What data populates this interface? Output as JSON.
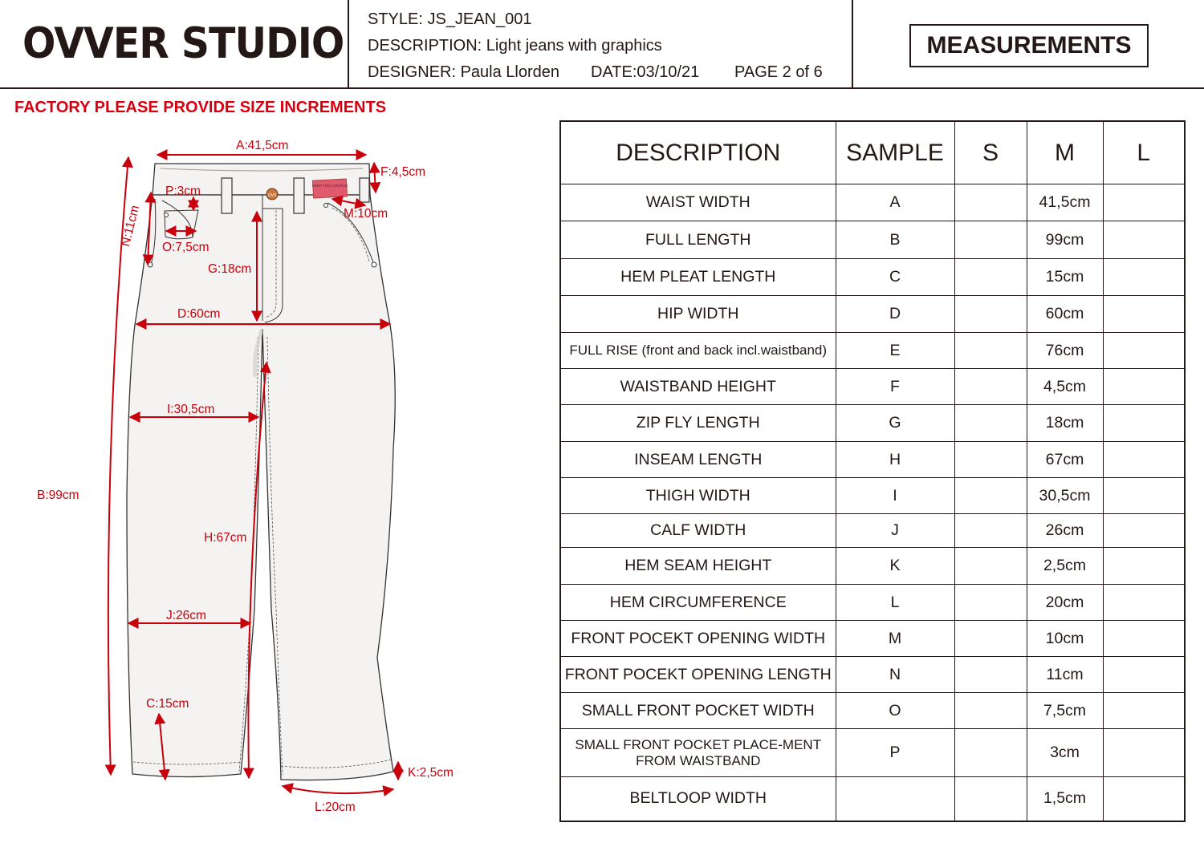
{
  "brand": "OVVER STUDIO",
  "header": {
    "style": "STYLE: JS_JEAN_001",
    "description": "DESCRIPTION: Light jeans with graphics",
    "designer": "DESIGNER: Paula Llorden",
    "date": "DATE:03/10/21",
    "page": "PAGE 2 of 6",
    "badge": "MEASUREMENTS"
  },
  "factory_note": "FACTORY PLEASE PROVIDE SIZE INCREMENTS",
  "sketch_labels": {
    "a": "A:41,5cm",
    "f": "F:4,5cm",
    "p": "P:3cm",
    "n": "N:11cm",
    "m": "M:10cm",
    "o": "O:7,5cm",
    "g": "G:18cm",
    "d": "D:60cm",
    "i": "I:30,5cm",
    "b": "B:99cm",
    "h": "H:67cm",
    "j": "J:26cm",
    "c": "C:15cm",
    "k": "K:2,5cm",
    "l": "L:20cm",
    "patch": "KEEP THIS COUPON",
    "button": "OVS"
  },
  "colors": {
    "annotation": "#d7000f",
    "ink": "#231815",
    "patch": "#e05a6e"
  },
  "table": {
    "headers": [
      "DESCRIPTION",
      "SAMPLE",
      "S",
      "M",
      "L"
    ],
    "rows": [
      {
        "desc": "WAIST WIDTH",
        "sample": "A",
        "s": "",
        "m": "41,5cm",
        "l": ""
      },
      {
        "desc": "FULL LENGTH",
        "sample": "B",
        "s": "",
        "m": "99cm",
        "l": ""
      },
      {
        "desc": "HEM PLEAT LENGTH",
        "sample": "C",
        "s": "",
        "m": "15cm",
        "l": ""
      },
      {
        "desc": "HIP WIDTH",
        "sample": "D",
        "s": "",
        "m": "60cm",
        "l": ""
      },
      {
        "desc": "FULL RISE (front and back incl.waistband)",
        "sample": "E",
        "s": "",
        "m": "76cm",
        "l": ""
      },
      {
        "desc": "WAISTBAND HEIGHT",
        "sample": "F",
        "s": "",
        "m": "4,5cm",
        "l": ""
      },
      {
        "desc": "ZIP FLY LENGTH",
        "sample": "G",
        "s": "",
        "m": "18cm",
        "l": ""
      },
      {
        "desc": "INSEAM LENGTH",
        "sample": "H",
        "s": "",
        "m": "67cm",
        "l": ""
      },
      {
        "desc": "THIGH WIDTH",
        "sample": "I",
        "s": "",
        "m": "30,5cm",
        "l": ""
      },
      {
        "desc": "CALF WIDTH",
        "sample": "J",
        "s": "",
        "m": "26cm",
        "l": ""
      },
      {
        "desc": "HEM SEAM HEIGHT",
        "sample": "K",
        "s": "",
        "m": "2,5cm",
        "l": ""
      },
      {
        "desc": "HEM CIRCUMFERENCE",
        "sample": "L",
        "s": "",
        "m": "20cm",
        "l": ""
      },
      {
        "desc": "FRONT POCEKT OPENING WIDTH",
        "sample": "M",
        "s": "",
        "m": "10cm",
        "l": ""
      },
      {
        "desc": "FRONT POCEKT OPENING LENGTH",
        "sample": "N",
        "s": "",
        "m": "11cm",
        "l": ""
      },
      {
        "desc": "SMALL FRONT POCKET WIDTH",
        "sample": "O",
        "s": "",
        "m": "7,5cm",
        "l": ""
      },
      {
        "desc": "SMALL FRONT POCKET PLACE-MENT FROM WAISTBAND",
        "sample": "P",
        "s": "",
        "m": "3cm",
        "l": ""
      },
      {
        "desc": "BELTLOOP WIDTH",
        "sample": "",
        "s": "",
        "m": "1,5cm",
        "l": ""
      }
    ]
  }
}
